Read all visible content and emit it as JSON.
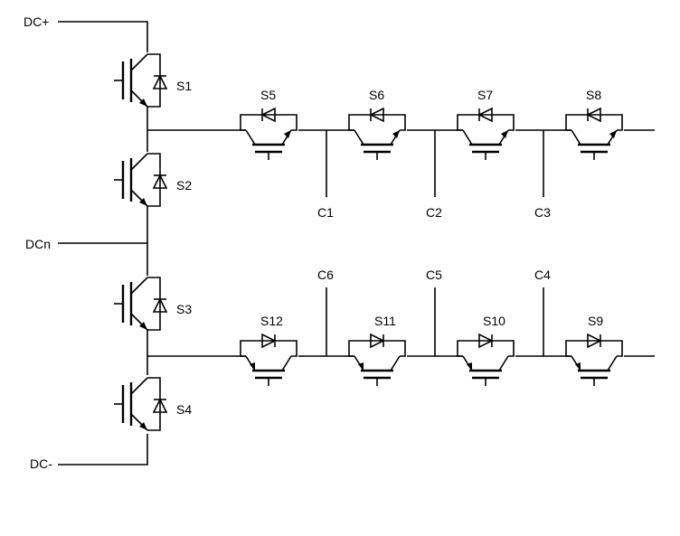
{
  "rails": {
    "dc_plus": "DC+",
    "dc_n": "DCn",
    "dc_minus": "DC-"
  },
  "vertical_switches": [
    "S1",
    "S2",
    "S3",
    "S4"
  ],
  "top_row": {
    "switches": [
      "S5",
      "S6",
      "S7",
      "S8"
    ],
    "nodes": [
      "C1",
      "C2",
      "C3"
    ]
  },
  "bottom_row": {
    "switches": [
      "S12",
      "S11",
      "S10",
      "S9"
    ],
    "nodes": [
      "C6",
      "C5",
      "C4"
    ]
  },
  "colors": {
    "line": "#000000",
    "background": "#ffffff"
  },
  "icons": {
    "switch": "igbt-with-antiparallel-diode-icon"
  }
}
